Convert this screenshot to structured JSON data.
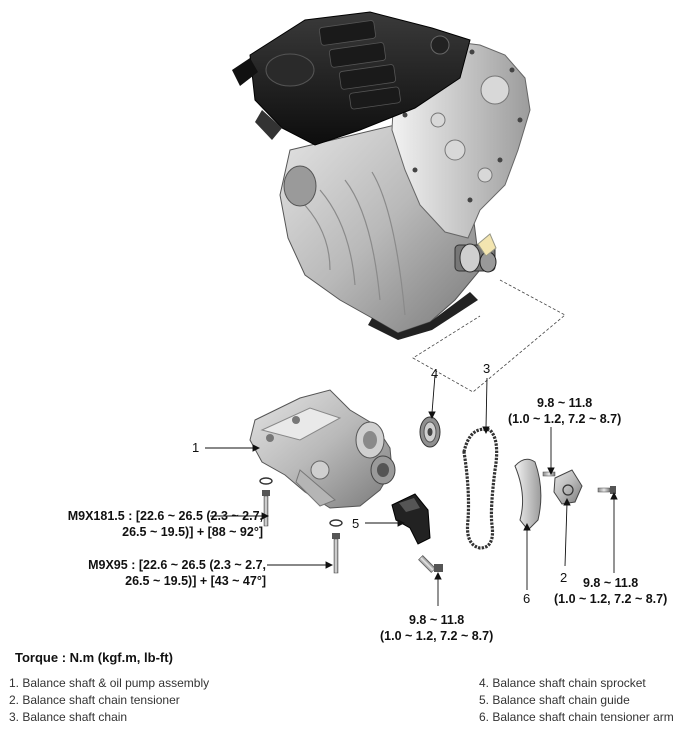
{
  "callouts": {
    "c1": "1",
    "c2": "2",
    "c3": "3",
    "c4": "4",
    "c5": "5",
    "c6": "6"
  },
  "specs": {
    "tensioner_bolt_upper": {
      "line1": "9.8 ~ 11.8",
      "line2": "(1.0 ~ 1.2, 7.2 ~ 8.7)"
    },
    "tensioner_bolt_lower": {
      "line1": "9.8 ~ 11.8",
      "line2": "(1.0 ~ 1.2, 7.2 ~ 8.7)"
    },
    "guide_bolt": {
      "line1": "9.8 ~ 11.8",
      "line2": "(1.0 ~ 1.2, 7.2 ~ 8.7)"
    },
    "m9x181": {
      "line1": "M9X181.5 : [22.6 ~ 26.5 (2.3 ~ 2.7,",
      "line2": "26.5 ~ 19.5)] + [88 ~ 92°]"
    },
    "m9x95": {
      "line1": "M9X95 :  [22.6 ~ 26.5 (2.3 ~ 2.7,",
      "line2": "26.5 ~ 19.5)] + [43 ~ 47°]"
    }
  },
  "torque_note": "Torque : N.m (kgf.m, lb-ft)",
  "legend": {
    "left": [
      "1. Balance shaft & oil pump assembly",
      "2. Balance shaft chain tensioner",
      "3. Balance shaft chain"
    ],
    "right": [
      "4. Balance shaft chain sprocket",
      "5. Balance shaft chain guide",
      "6. Balance shaft chain tensioner arm"
    ]
  }
}
